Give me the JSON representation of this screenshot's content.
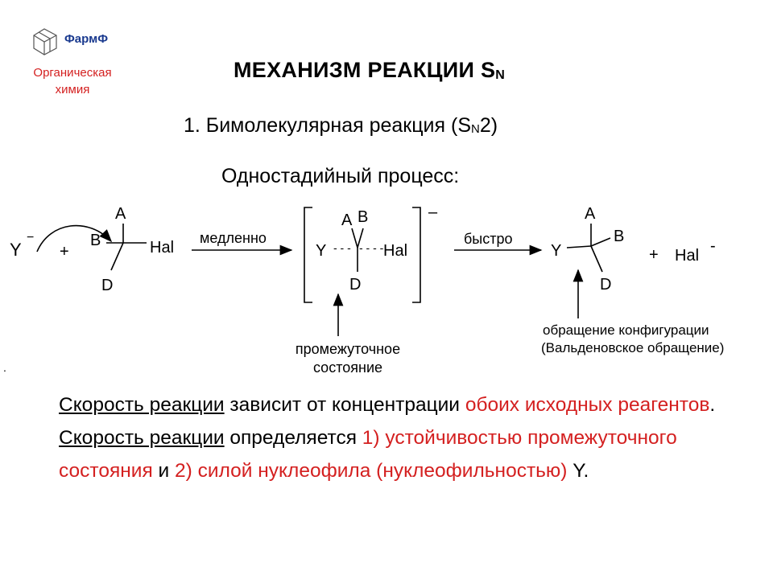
{
  "logo": {
    "name": "ФармФ",
    "subtitle": "Органическая химия"
  },
  "title": {
    "main": "МЕХАНИЗМ РЕАКЦИИ S",
    "sub": "N"
  },
  "subtitle": {
    "prefix": "1. Бимолекулярная реакция (S",
    "sub": "N",
    "suffix": "2)"
  },
  "process_label": "Одностадийный процесс:",
  "scheme": {
    "nucleophile": "Y",
    "nucleophile_charge": "−",
    "plus1": "+",
    "reactant": {
      "top": "A",
      "left": "B",
      "right": "Hal",
      "bottom": "D"
    },
    "arrow1_label": "медленно",
    "ts": {
      "top_left": "A",
      "top_right": "B",
      "left": "Y",
      "right": "Hal",
      "bottom": "D",
      "charge": "–",
      "bond_dashes": "- - -",
      "bond_dashes2": "- - - -"
    },
    "arrow2_label": "быстро",
    "product": {
      "left": "Y",
      "top": "A",
      "right": "B",
      "bottom": "D"
    },
    "plus2": "+",
    "leaving_group": "Hal",
    "leaving_charge": "-",
    "ts_caption_line1": "промежуточное",
    "ts_caption_line2": "состояние",
    "inversion_line1": "обращение конфигурации",
    "inversion_line2": "(Вальденовское обращение)",
    "dot": "."
  },
  "paragraph1": {
    "seg1": "Скорость реакции",
    "seg2": " зависит от концентрации ",
    "seg3": "обоих исходных реагентов",
    "seg4": "."
  },
  "paragraph2": {
    "seg1": "Скорость реакции",
    "seg2": " определяется ",
    "seg3": "1) устойчивостью промежуточного состояния",
    "seg4": " и ",
    "seg5": "2) силой нуклеофила (нуклеофильностью)",
    "seg6": " Y."
  },
  "colors": {
    "accent_red": "#d42020",
    "logo_blue": "#1a3a8f"
  }
}
